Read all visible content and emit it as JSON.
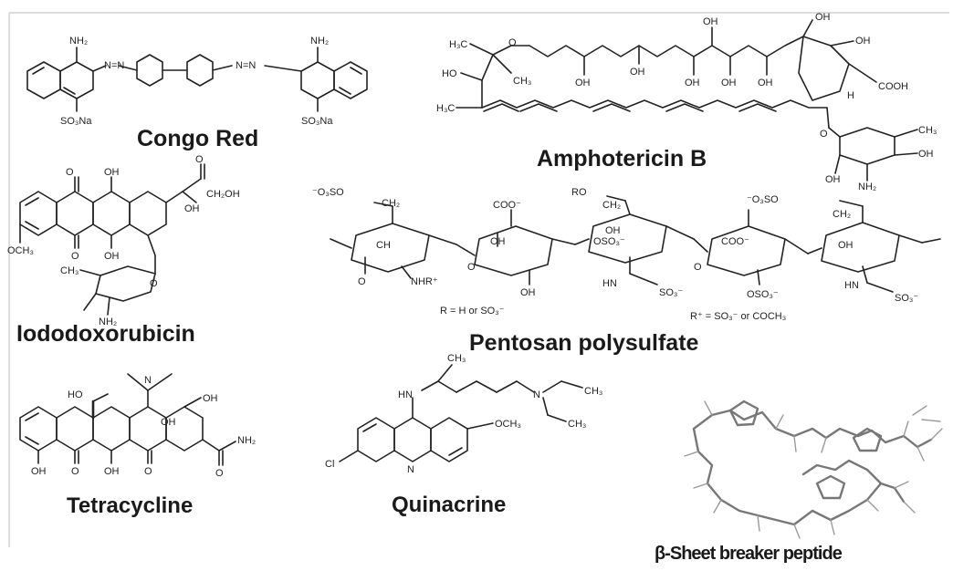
{
  "figure": {
    "molecules": [
      {
        "key": "congo_red",
        "name": "Congo Red"
      },
      {
        "key": "amphotericin",
        "name": "Amphotericin B"
      },
      {
        "key": "iododoxorubicin",
        "name": "Iododoxorubicin"
      },
      {
        "key": "pentosan",
        "name": "Pentosan polysulfate"
      },
      {
        "key": "tetracycline",
        "name": "Tetracycline"
      },
      {
        "key": "quinacrine",
        "name": "Quinacrine"
      },
      {
        "key": "peptide",
        "name": "β-Sheet breaker peptide"
      }
    ],
    "atom_labels": {
      "congo_nh2_left": "NH₂",
      "congo_nh2_right": "NH₂",
      "congo_so3na_left": "SO₃Na",
      "congo_so3na_right": "SO₃Na",
      "congo_azo_left": "N=N",
      "congo_azo_right": "N=N",
      "ampho_h3c_top": "H₃C",
      "ampho_o_ester": "O",
      "ampho_ho": "HO",
      "ampho_ch3": "CH₃",
      "ampho_h3c_bottom": "H₃C",
      "ampho_oh": "OH",
      "ampho_cooh": "COOH",
      "ampho_h": "H",
      "ampho_nh2": "NH₂",
      "ampho_o": "O",
      "iodo_o": "O",
      "iodo_oh": "OH",
      "iodo_och3": "OCH₃",
      "iodo_ch2oh": "CH₂OH",
      "iodo_ch3": "CH₃",
      "iodo_nh2": "NH₂",
      "pento_o3so": "⁻O₃SO",
      "pento_ch2": "CH₂",
      "pento_coo": "COO⁻",
      "pento_ro": "RO",
      "pento_oh": "OH",
      "pento_oso3": "OSO₃⁻",
      "pento_nhr": "NHR⁺",
      "pento_hn": "HN",
      "pento_so3": "SO₃⁻",
      "pento_o": "O",
      "pento_ch": "CH",
      "pento_r_def": "R  =  H  or  SO₃⁻",
      "pento_r2_def": "R⁺  =  SO₃⁻  or  COCH₃",
      "tetra_ho": "HO",
      "tetra_n": "N",
      "tetra_oh": "OH",
      "tetra_nh2": "NH₂",
      "tetra_o": "O",
      "quin_ch3": "CH₃",
      "quin_hn": "HN",
      "quin_n": "N",
      "quin_och3": "OCH₃",
      "quin_cl": "Cl"
    },
    "colors": {
      "ink": "#222222",
      "peptide": "#777777",
      "frame": "#c8c8c8"
    }
  }
}
